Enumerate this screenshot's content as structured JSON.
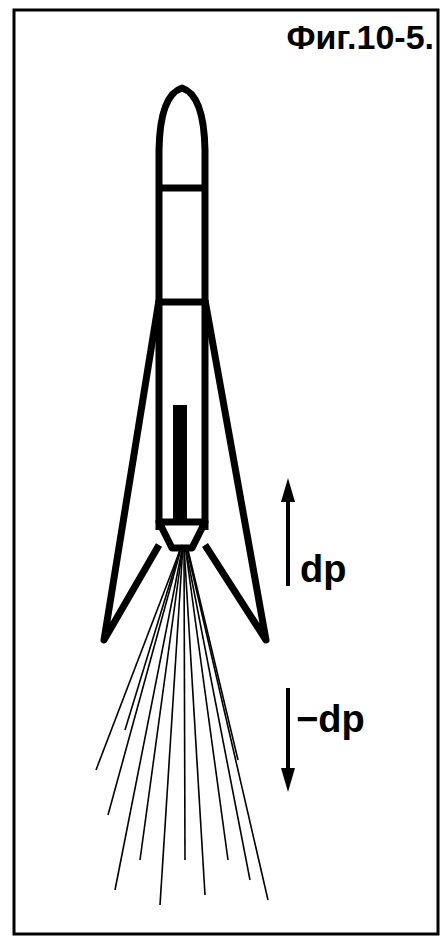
{
  "diagram": {
    "title": "Фиг.10-5.",
    "labels": [
      "dp",
      "−dp"
    ]
  }
}
